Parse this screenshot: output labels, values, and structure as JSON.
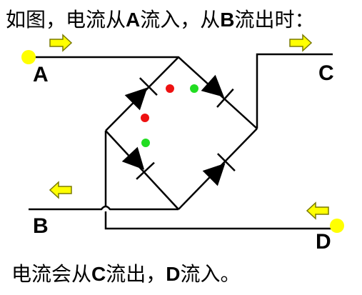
{
  "title": {
    "part1": "如图，电流从",
    "a": "A",
    "part2": "流入，从",
    "b": "B",
    "part3": "流出时："
  },
  "footer": {
    "part1": "电流会从",
    "c": "C",
    "part2": "流出，",
    "d": "D",
    "part3": "流入。"
  },
  "nodes": {
    "a": "A",
    "b": "B",
    "c": "C",
    "d": "D"
  },
  "colors": {
    "wire": "#000000",
    "arrow_fill": "#ffff00",
    "arrow_stroke": "#7a7a00",
    "terminal_dot": "#ffff00",
    "active_dot": "#22dd22",
    "inactive_dot": "#ee1111"
  }
}
